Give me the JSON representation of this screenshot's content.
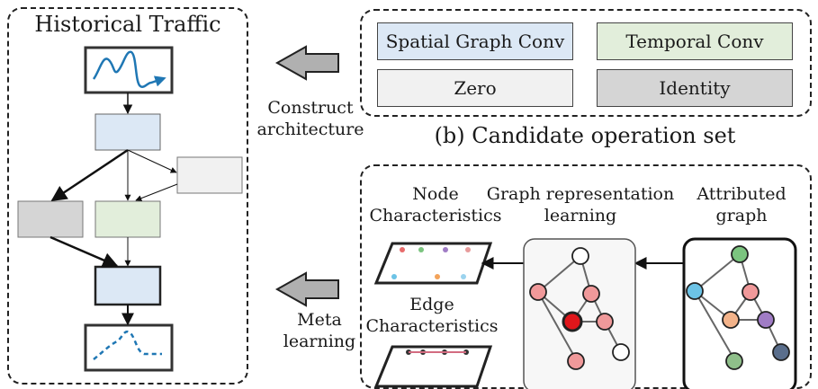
{
  "left_panel": {
    "title": "Historical Traffic"
  },
  "candidate_ops": {
    "caption": "(b) Candidate operation set",
    "ops": [
      {
        "label": "Spatial Graph Conv",
        "color": "#dce8f5"
      },
      {
        "label": "Temporal Conv",
        "color": "#e2eedb"
      },
      {
        "label": "Zero",
        "color": "#f1f1f1"
      },
      {
        "label": "Identity",
        "color": "#d5d5d5"
      }
    ]
  },
  "arrows": {
    "construct": "Construct\narchitecture",
    "meta": "Meta\nlearning"
  },
  "meta_panel": {
    "node_char": "Node\nCharacteristics",
    "graph_rep": "Graph representation\nlearning",
    "attributed": "Attributed\ngraph",
    "edge_char": "Edge\nCharacteristics"
  },
  "colors": {
    "blue_node": "#dce8f5",
    "green_node": "#e2eedb",
    "light_node": "#f1f1f1",
    "gray_node": "#d5d5d5",
    "series_line": "#1f77b4",
    "red_node": "#f0999a",
    "dark_red": "#e0161b"
  }
}
